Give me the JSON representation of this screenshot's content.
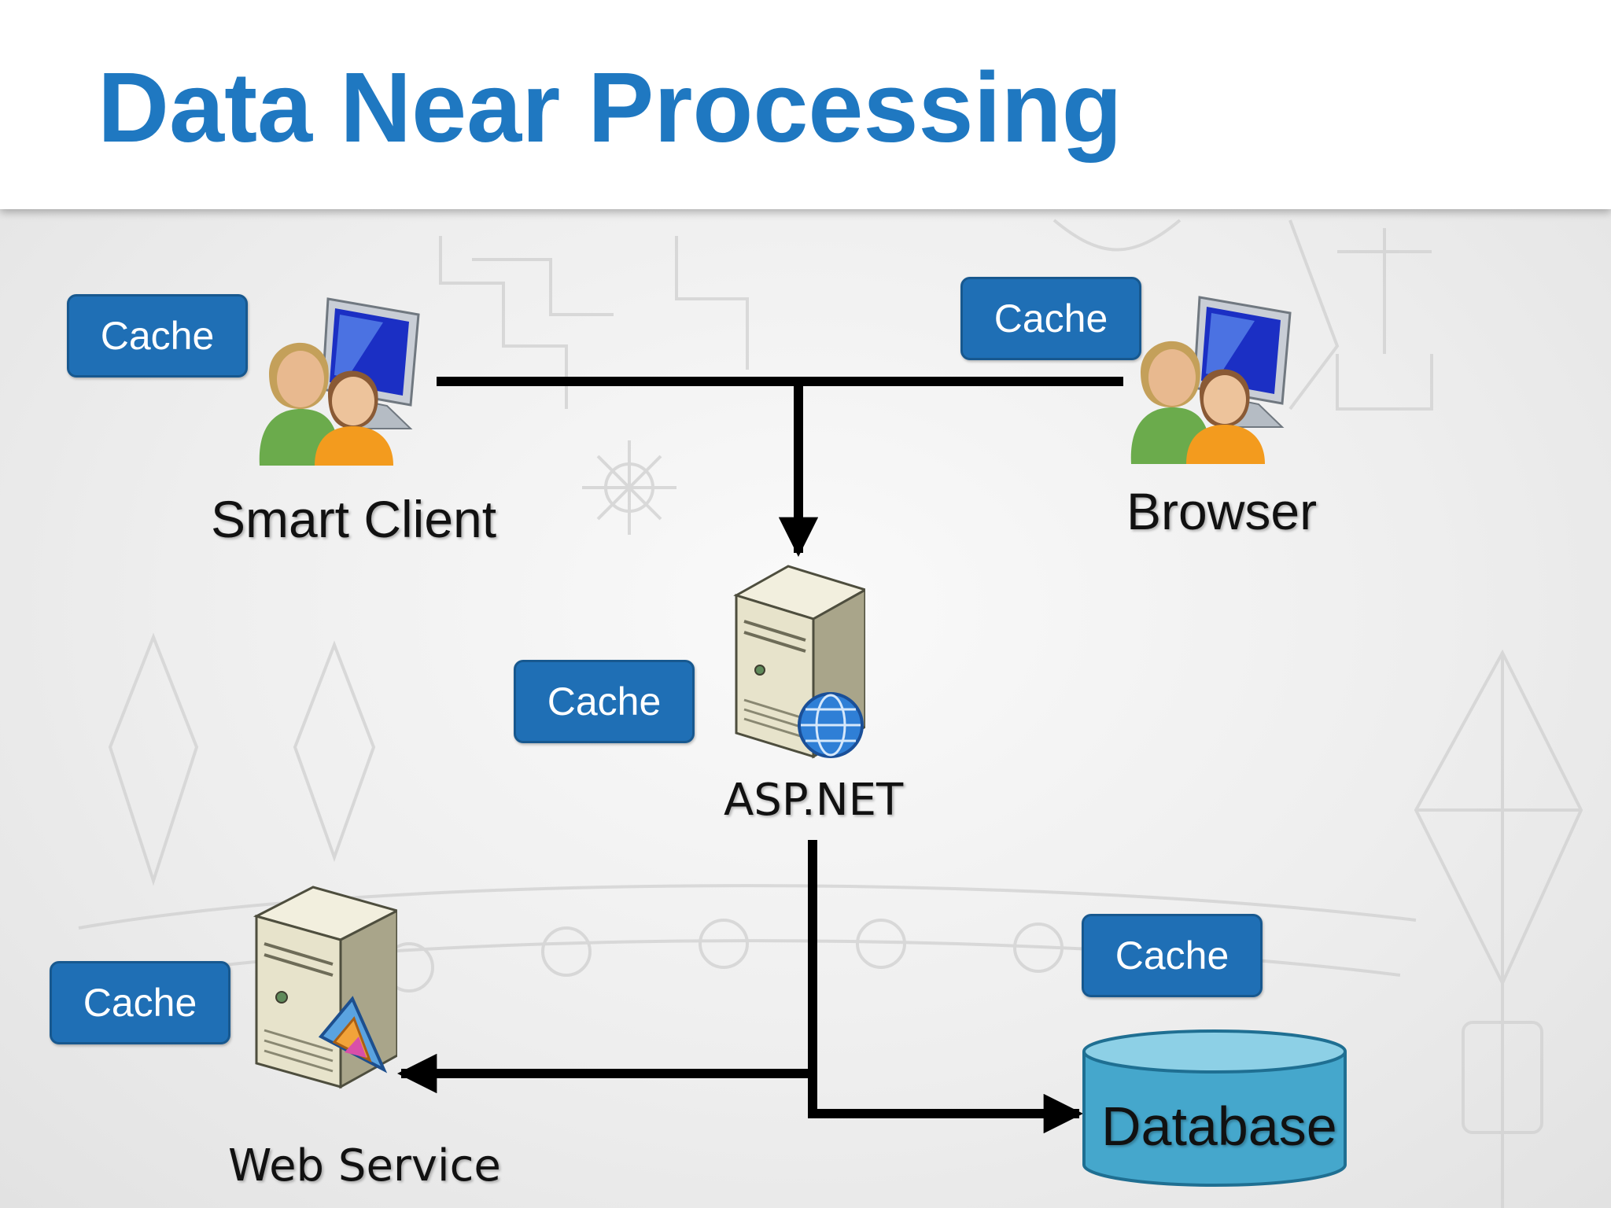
{
  "slide": {
    "title": "Data Near Processing"
  },
  "nodes": {
    "smart_client": {
      "label": "Smart Client",
      "cache": "Cache"
    },
    "browser": {
      "label": "Browser",
      "cache": "Cache"
    },
    "aspnet": {
      "label": "ASP.NET",
      "cache": "Cache"
    },
    "web_service": {
      "label": "Web Service",
      "cache": "Cache"
    },
    "database": {
      "label": "Database",
      "cache": "Cache"
    }
  },
  "colors": {
    "title": "#1f78c1",
    "cache_fill": "#1f6fb5",
    "database_fill": "#45a7cc",
    "connector": "#000000"
  },
  "icons": {
    "smart_client": "users-computer-icon",
    "browser": "users-computer-icon",
    "aspnet": "web-server-globe-icon",
    "web_service": "server-service-icon",
    "database": "database-cylinder-icon"
  }
}
